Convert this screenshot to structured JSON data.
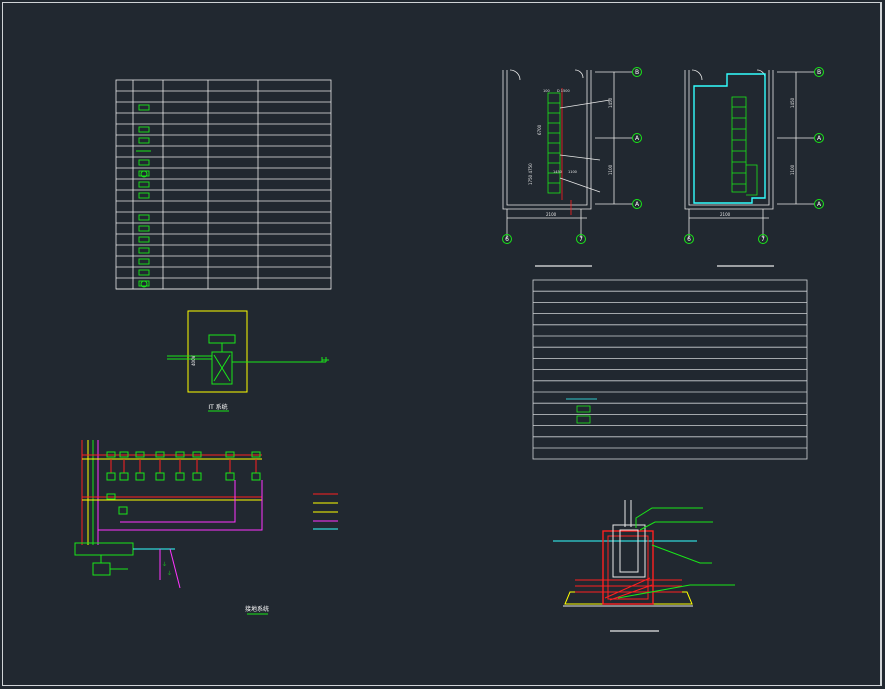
{
  "drawing": {
    "background": "#212830",
    "colors": {
      "line": "#ffffff",
      "green": "#19e619",
      "red": "#ff2020",
      "yellow": "#ffff00",
      "magenta": "#ff33ff",
      "cyan": "#33ffff"
    }
  },
  "labels": {
    "it_caption": "IT 系统",
    "ground_caption": "接地系统",
    "grid_axes": [
      "B",
      "A",
      "A",
      "6",
      "7"
    ],
    "dim_width": "2100",
    "dim_1": "1450",
    "dim_2": "1100",
    "plan_note_1": "100",
    "plan_note_2": "D 1500",
    "plan_note_3": "1450",
    "plan_note_4": "1100"
  }
}
